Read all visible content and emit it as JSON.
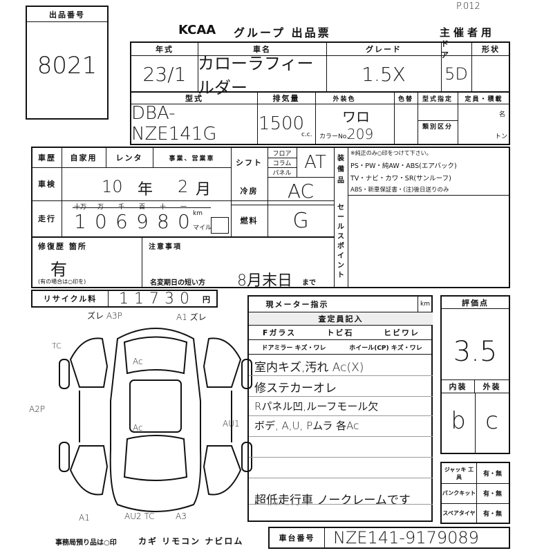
{
  "page_no": "P.012",
  "lot": {
    "label": "出品番号",
    "value": "8021"
  },
  "header": {
    "brand": "KCAA",
    "title": "グループ 出品票",
    "sponsor": "主催者用"
  },
  "row1": {
    "year_label": "年式",
    "year": "23/1",
    "name_label": "車名",
    "name": "カローラフィールダー",
    "grade_label": "グレード",
    "grade": "1.5X",
    "doors_label": "ドア",
    "doors": "5D",
    "shape_label": "形状"
  },
  "row2": {
    "model_label": "型式",
    "model": "DBA-NZE141G",
    "disp_label": "排気量",
    "disp": "1500",
    "disp_unit": "c.c.",
    "ext_label": "外装色",
    "ext": "ワロ",
    "color_label": "色替",
    "type_label": "型式指定",
    "cap_label": "定員・積載",
    "class_label": "類別区分",
    "color_no_label": "カラーNo.",
    "color_no": "209",
    "person_unit": "名",
    "ton_unit": "トン"
  },
  "usage": {
    "label": "車歴",
    "opts": [
      "自家用",
      "レンタ",
      "事業、営業車"
    ]
  },
  "inspection": {
    "label": "車検",
    "year": "10",
    "year_unit": "年",
    "month": "2",
    "month_unit": "月"
  },
  "mileage": {
    "label": "走行",
    "units": [
      "十万",
      "万",
      "千",
      "百",
      "十",
      "一"
    ],
    "digits": [
      "1",
      "0",
      "6",
      "9",
      "8",
      "0"
    ],
    "km": "km",
    "mile": "マイル"
  },
  "shift": {
    "label": "シフト",
    "opts": [
      "フロア",
      "コラム",
      "パネル"
    ],
    "value": "AT"
  },
  "ac": {
    "label": "冷房",
    "value": "AC"
  },
  "fuel": {
    "label": "燃料",
    "value": "G"
  },
  "equip": {
    "label": "装備品",
    "note": "※純正のみ○印をつけて下さい。",
    "line1": "PS・PW・純AW・ABS(エアバック)",
    "line2": "TV・ナビ・カワ・SR(サンルーフ)",
    "line3": "ABS・新車保証書・(注)後日送りのみ"
  },
  "sales_point": {
    "label": "セールスポイント"
  },
  "repair": {
    "label": "修復歴 箇所",
    "value": "有",
    "note": "(有の場合は○印を)"
  },
  "notes": {
    "label": "注意事項",
    "rename_label": "名変期日の短い方",
    "rename_value": "8月末日",
    "rename_suffix": "まで"
  },
  "recycle": {
    "label": "リサイクル料",
    "value": "11730",
    "unit": "円"
  },
  "meter": {
    "label": "現メーター指示",
    "unit": "km"
  },
  "inspector": {
    "label": "査定員記入",
    "row1": [
      "Fガラス",
      "トビ石",
      "ヒビワレ"
    ],
    "row2": [
      "ドアミラー キズ・ワレ",
      "ホイール(CP) キズ・ワレ"
    ],
    "lines": [
      "室内キズ,汚れ Ac(X)",
      "修ステカーオレ",
      "Rパネル凹,ルーフモール欠",
      "ボデ, A,U, Pムラ 各Ac",
      "超低走行車 ノークレームです"
    ]
  },
  "score": {
    "label": "評価点",
    "value": "3.5",
    "interior_label": "内装",
    "exterior_label": "外装",
    "interior": "b",
    "exterior": "c"
  },
  "accessories": [
    {
      "label": "ジャッキ 工具",
      "value": "有・無"
    },
    {
      "label": "パンクキット",
      "value": "有・無"
    },
    {
      "label": "スペアタイヤ",
      "value": "有・無"
    }
  ],
  "chassis": {
    "label": "車台番号",
    "value": "NZE141-9179089"
  },
  "office": {
    "label": "事務局預り品は○印",
    "items": "カギ リモコン ナビロム"
  },
  "diagram_marks": {
    "fl": "ズレ A3P",
    "fr": "A1 ズレ",
    "rr": "A3",
    "rl": "A1",
    "rear": "AU2 TC",
    "side_left": "A2P",
    "side_right": "AU1",
    "top1": "Ac",
    "top2": "Ac",
    "wing": "TC"
  }
}
